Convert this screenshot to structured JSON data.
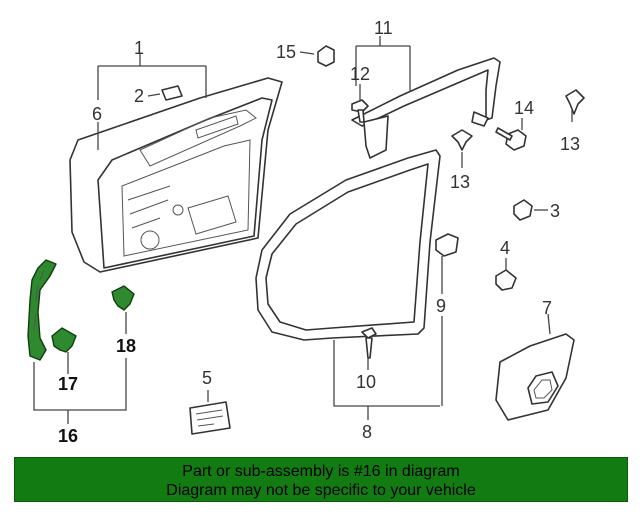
{
  "callouts": {
    "c1": "1",
    "c2": "2",
    "c3": "3",
    "c4": "4",
    "c5": "5",
    "c6": "6",
    "c7": "7",
    "c8": "8",
    "c9": "9",
    "c10": "10",
    "c11": "11",
    "c12": "12",
    "c13a": "13",
    "c13b": "13",
    "c14": "14",
    "c15": "15",
    "c16": "16",
    "c17": "17",
    "c18": "18"
  },
  "highlighted_part": "16",
  "colors": {
    "highlight": "#2f8a2f",
    "banner": "#127b12",
    "line": "#333333"
  },
  "banner": {
    "line1": "Part or sub-assembly is #16 in diagram",
    "line2": "Diagram may not be specific to your vehicle"
  }
}
